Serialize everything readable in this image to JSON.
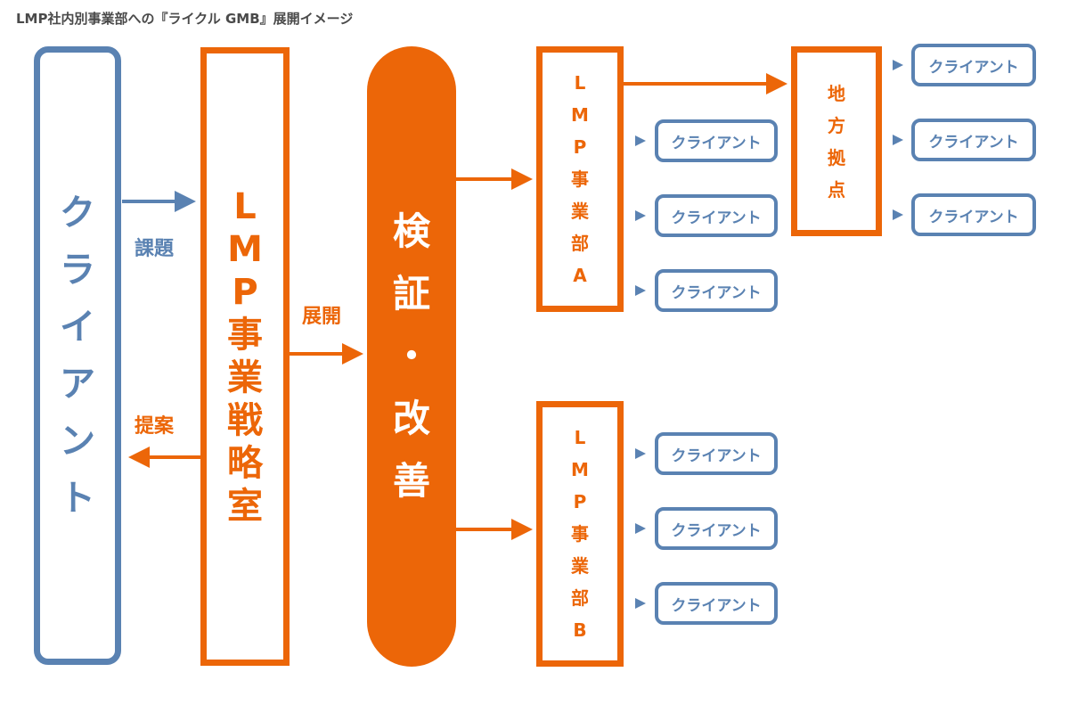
{
  "title": "LMP社内別事業部への『ライクル GMB』展開イメージ",
  "client_main": [
    "ク",
    "ラ",
    "イ",
    "ア",
    "ン",
    "ト"
  ],
  "strategy": [
    "L",
    "M",
    "P",
    "事",
    "業",
    "戦",
    "略",
    "室"
  ],
  "verify": [
    "検",
    "証",
    "・",
    "改",
    "善"
  ],
  "dept_a": [
    "L",
    "M",
    "P",
    "事",
    "業",
    "部",
    "A"
  ],
  "dept_b": [
    "L",
    "M",
    "P",
    "事",
    "業",
    "部",
    "B"
  ],
  "regional": [
    "地",
    "方",
    "拠",
    "点"
  ],
  "edge_labels": {
    "issue": "課題",
    "proposal": "提案",
    "deploy": "展開"
  },
  "client_label": "クライアント",
  "colors": {
    "blue": "#5a82b2",
    "orange": "#ec6608"
  }
}
